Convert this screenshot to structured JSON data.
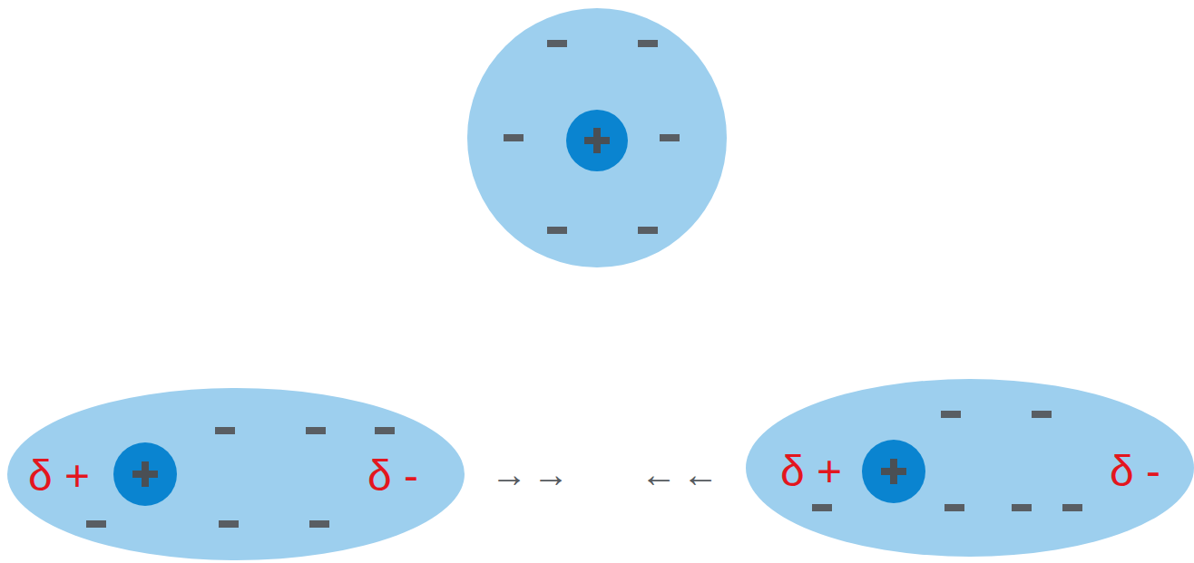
{
  "diagram": {
    "nodes": [
      {
        "text": [
          "δ +",
          "δ -"
        ]
      },
      {
        "text": [
          "δ +",
          "δ -"
        ]
      }
    ],
    "labels": [
      "→→",
      "←←"
    ]
  }
}
